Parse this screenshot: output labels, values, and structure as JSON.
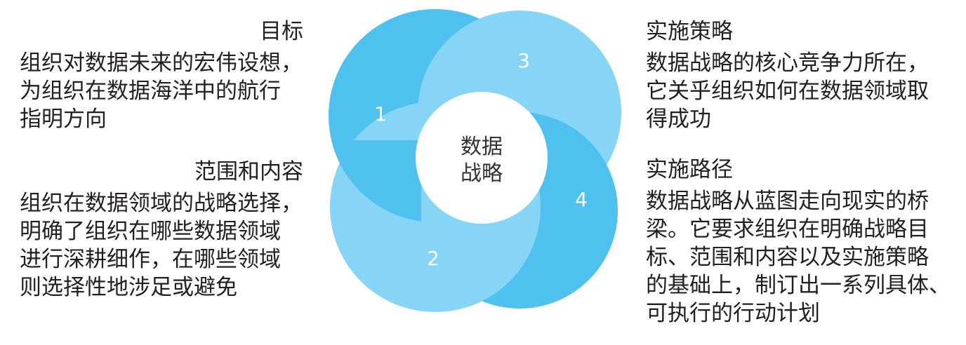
{
  "diagram": {
    "center_label": [
      "数据",
      "战略"
    ],
    "segments": [
      {
        "number": "1"
      },
      {
        "number": "2"
      },
      {
        "number": "3"
      },
      {
        "number": "4"
      }
    ]
  },
  "blocks": {
    "goal": {
      "title": "目标",
      "lines": [
        "组织对数据未来的宏伟设想，",
        "为组织在数据海洋中的航行",
        "指明方向"
      ]
    },
    "scope": {
      "title": "范围和内容",
      "lines": [
        "组织在数据领域的战略选择，",
        "明确了组织在哪些数据领域",
        "进行深耕细作，在哪些领域",
        "则选择性地涉足或避免"
      ]
    },
    "strategy": {
      "title": "实施策略",
      "lines": [
        "数据战略的核心竞争力所在，",
        "它关乎组织如何在数据领域取",
        "得成功"
      ]
    },
    "path": {
      "title": "实施路径",
      "lines": [
        "数据战略从蓝图走向现实的桥",
        "梁。它要求组织在明确战略目",
        "标、范围和内容以及实施策略",
        "的基础上，制订出一系列具体、",
        "可执行的行动计划"
      ]
    }
  },
  "colors": {
    "dark_blue": "#4fc1ef",
    "light_blue": "#86d4f6",
    "text": "#231f20",
    "center_fill": "#ffffff"
  }
}
